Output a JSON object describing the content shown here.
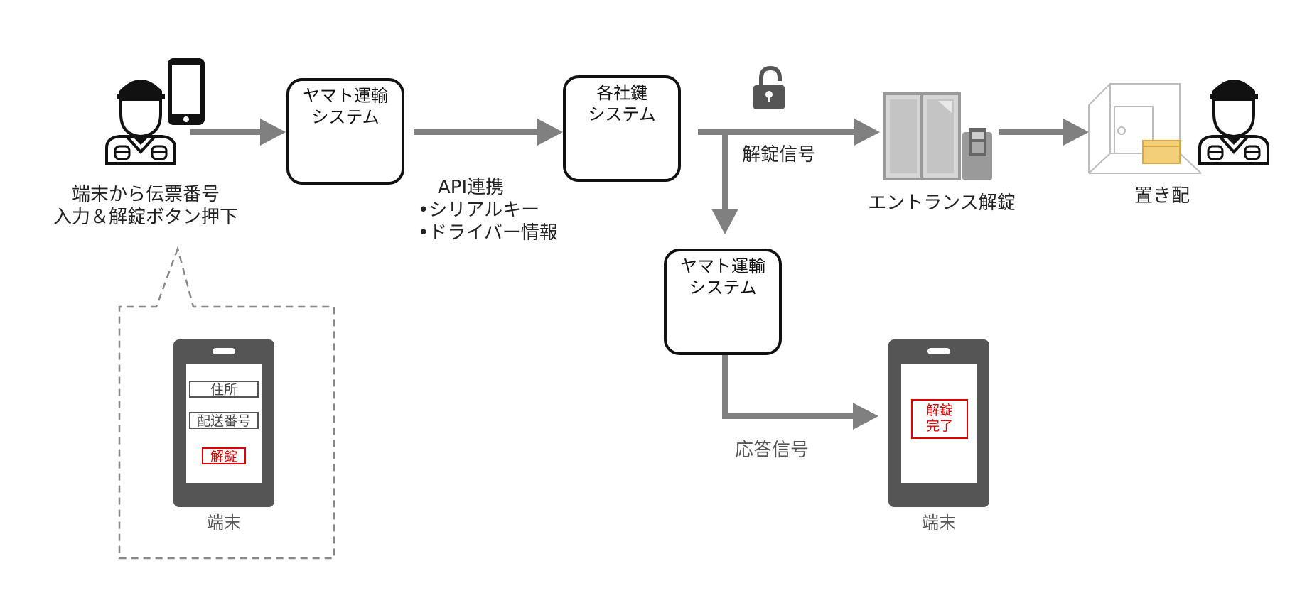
{
  "driver_label": [
    "端末から伝票番号",
    "入力＆解錠ボタン押下"
  ],
  "yamato_system_1": [
    "ヤマト運輸",
    "システム"
  ],
  "api_label": {
    "title": "API連携",
    "items": [
      "•シリアルキー",
      "•ドライバー情報"
    ]
  },
  "lock_system": [
    "各社鍵",
    "システム"
  ],
  "unlock_signal": "解錠信号",
  "entrance_label": "エントランス解錠",
  "delivery_label": "置き配",
  "yamato_system_2": [
    "ヤマト運輸",
    "システム"
  ],
  "response_signal": "応答信号",
  "phone_left": {
    "address_field": "住所",
    "tracking_field": "配送番号",
    "unlock_button": "解錠",
    "caption": "端末"
  },
  "phone_right": {
    "status_box": [
      "解錠",
      "完了"
    ],
    "caption": "端末"
  },
  "colors": {
    "arrow": "#808080",
    "phone": "#555555",
    "accent_red": "#e00000",
    "logo_yellow": "#f5c400"
  },
  "icons": [
    "driver-icon",
    "smartphone-icon",
    "yamato-logo-icon",
    "padlock-icon",
    "entrance-door-icon",
    "intercom-panel-icon",
    "room-icon",
    "parcel-box-icon"
  ]
}
